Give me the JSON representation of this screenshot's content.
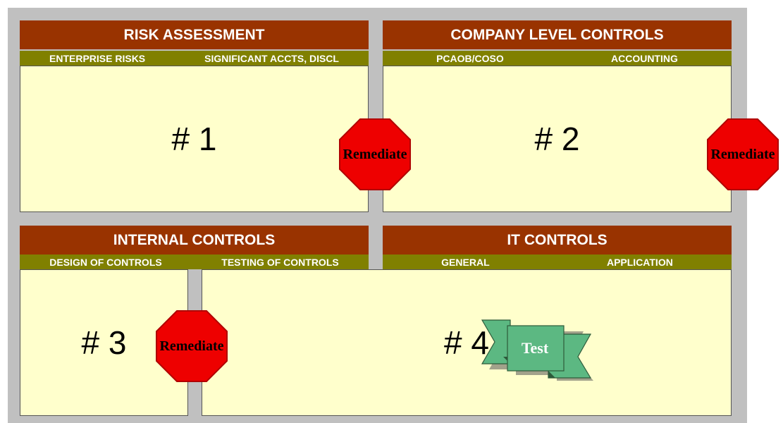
{
  "colors": {
    "header": "#993300",
    "subheader": "#808000",
    "panel": "#ffffcc",
    "stop": "#ee0000",
    "ribbon": "#5cb882"
  },
  "quadrants": [
    {
      "title": "RISK ASSESSMENT",
      "subs": [
        "ENTERPRISE RISKS",
        "SIGNIFICANT ACCTS, DISCL"
      ],
      "number": "# 1"
    },
    {
      "title": "COMPANY LEVEL CONTROLS",
      "subs": [
        "PCAOB/COSO",
        "ACCOUNTING"
      ],
      "number": "# 2"
    },
    {
      "title": "INTERNAL CONTROLS",
      "subs": [
        "DESIGN OF CONTROLS",
        "TESTING OF CONTROLS"
      ],
      "number": "# 3"
    },
    {
      "title": "IT CONTROLS",
      "subs": [
        "GENERAL",
        "APPLICATION"
      ],
      "number": "# 4"
    }
  ],
  "stop_signs": [
    "Remediate",
    "Remediate",
    "Remediate"
  ],
  "ribbon": {
    "label": "Test",
    "icon": "ribbon-banner-icon"
  }
}
